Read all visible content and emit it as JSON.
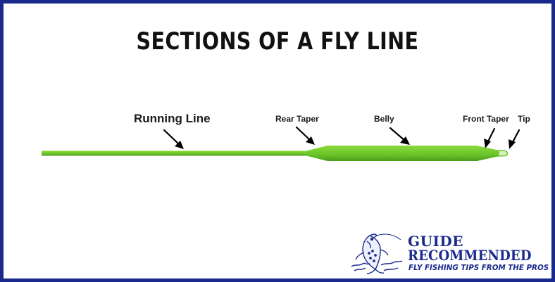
{
  "title": "SECTIONS OF A FLY LINE",
  "sections": {
    "running_line": "Running Line",
    "rear_taper": "Rear Taper",
    "belly": "Belly",
    "front_taper": "Front Taper",
    "tip": "Tip"
  },
  "logo": {
    "line1": "GUIDE",
    "line2": "RECOMMENDED",
    "tagline": "FLY FISHING TIPS FROM THE PROS",
    "icon": "fish-logo-icon"
  },
  "colors": {
    "border": "#1a2a8c",
    "line_green": "#6cc72a",
    "line_dark": "#4a9e1c",
    "brand_blue": "#1a2a8c"
  }
}
